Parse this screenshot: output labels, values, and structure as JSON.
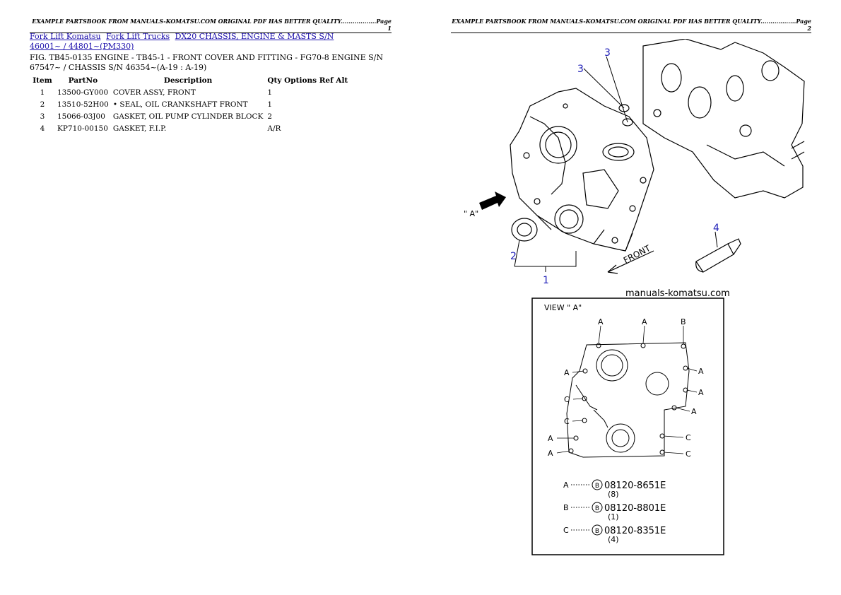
{
  "header": {
    "page1": "EXAMPLE PARTSBOOK FROM MANUALS-KOMATSU.COM ORIGINAL PDF HAS BETTER QUALITY..................Page 1",
    "page2": "EXAMPLE PARTSBOOK FROM MANUALS-KOMATSU.COM ORIGINAL PDF HAS BETTER QUALITY..................Page 2"
  },
  "breadcrumbs": [
    "Fork Lift Komatsu",
    "Fork Lift Trucks",
    "DX20 CHASSIS, ENGINE & MASTS S/N 46001~ / 44801~(PM330)"
  ],
  "figure_title": "FIG. TB45-0135 ENGINE - TB45-1 - FRONT COVER AND FITTING - FG70-8 ENGINE S/N 67547~ / CHASSIS S/N 46354~(A-19 : A-19)",
  "table": {
    "headers": {
      "item": "Item",
      "partno": "PartNo",
      "description": "Description",
      "qty": "Qty",
      "options": "Options",
      "ref": "Ref",
      "alt": "Alt"
    },
    "rows": [
      {
        "item": "1",
        "partno": "13500-GY000",
        "description": "COVER ASSY, FRONT",
        "qty": "1"
      },
      {
        "item": "2",
        "partno": "13510-52H00",
        "description": "• SEAL, OIL CRANKSHAFT FRONT",
        "qty": "1"
      },
      {
        "item": "3",
        "partno": "15066-03J00",
        "description": "GASKET, OIL PUMP CYLINDER BLOCK",
        "qty": "2"
      },
      {
        "item": "4",
        "partno": "KP710-00150",
        "description": "GASKET, F.I.P.",
        "qty": "A/R"
      }
    ]
  },
  "diagram": {
    "callouts": {
      "c1": "1",
      "c2": "2",
      "c3a": "3",
      "c3b": "3",
      "c4": "4"
    },
    "view_marker": "\" A\"",
    "front_label": "FRONT",
    "watermark": "manuals-komatsu.com",
    "view_title": "VIEW \" A\"",
    "bolt_letters": {
      "A": "A",
      "B": "B",
      "C": "C"
    },
    "legend": [
      {
        "letter": "A",
        "part": "08120-8651E",
        "count": "(8)"
      },
      {
        "letter": "B",
        "part": "08120-8801E",
        "count": "(1)"
      },
      {
        "letter": "C",
        "part": "08120-8351E",
        "count": "(4)"
      }
    ],
    "legend_badge": "B"
  }
}
